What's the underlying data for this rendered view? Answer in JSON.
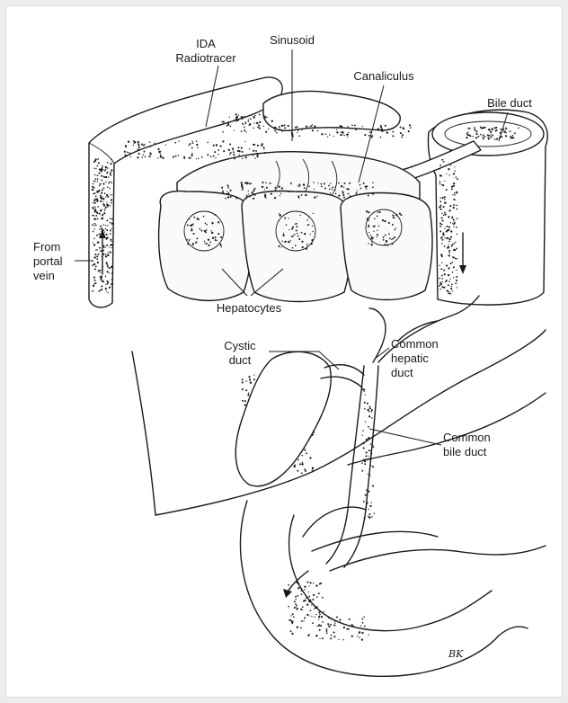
{
  "labels": {
    "ida_line1": "IDA",
    "ida_line2": "Radiotracer",
    "sinusoid": "Sinusoid",
    "canaliculus": "Canaliculus",
    "bile_duct": "Bile duct",
    "from_line1": "From",
    "from_line2": "portal",
    "from_line3": "vein",
    "hepatocytes": "Hepatocytes",
    "cystic_line1": "Cystic",
    "cystic_line2": "duct",
    "common_hepatic_line1": "Common",
    "common_hepatic_line2": "hepatic",
    "common_hepatic_line3": "duct",
    "common_bile_line1": "Common",
    "common_bile_line2": "bile duct"
  },
  "signature": "BK"
}
